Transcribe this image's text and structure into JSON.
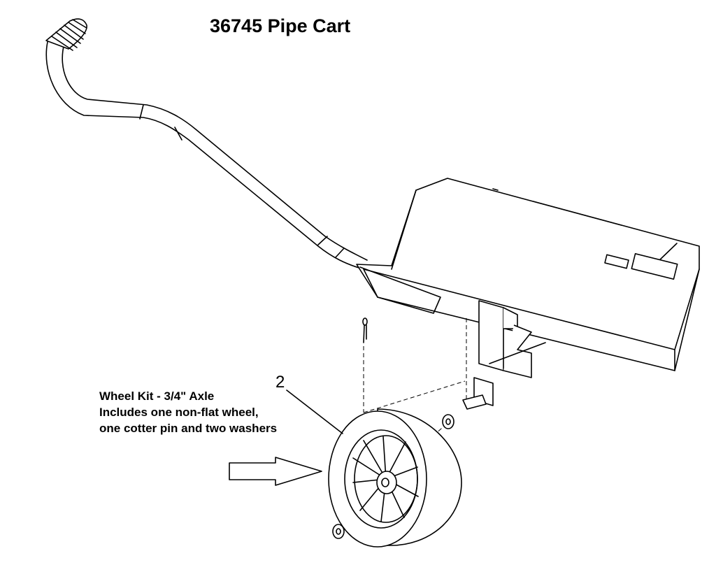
{
  "title": "36745 Pipe Cart",
  "callout_number": "2",
  "wheel_kit": {
    "line1": "Wheel Kit - 3/4\" Axle",
    "line2": "Includes one non-flat wheel,",
    "line3": "one cotter pin and two washers"
  }
}
